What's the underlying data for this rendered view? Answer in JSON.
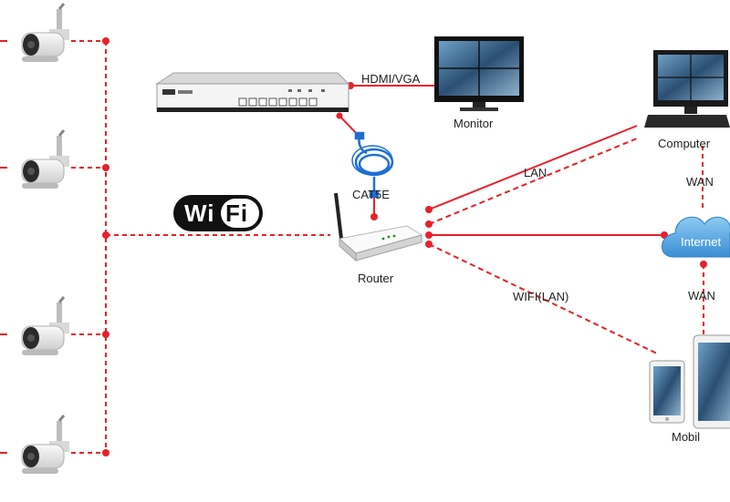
{
  "labels": {
    "hdmi_vga": "HDMI/VGA",
    "monitor": "Monitor",
    "computer": "Computer",
    "cat5e": "CAT5E",
    "router": "Router",
    "lan": "LAN",
    "wan_top": "WAN",
    "internet": "Internet",
    "wan_bottom": "WAN",
    "wifi_lan": "WIFI(LAN)",
    "mobile": "Mobil"
  },
  "wifi_logo": {
    "part1": "Wi",
    "part2": "Fi"
  },
  "colors": {
    "connection": "#e8202a",
    "logo": "#111111",
    "cloud": "#4aa3e0"
  }
}
